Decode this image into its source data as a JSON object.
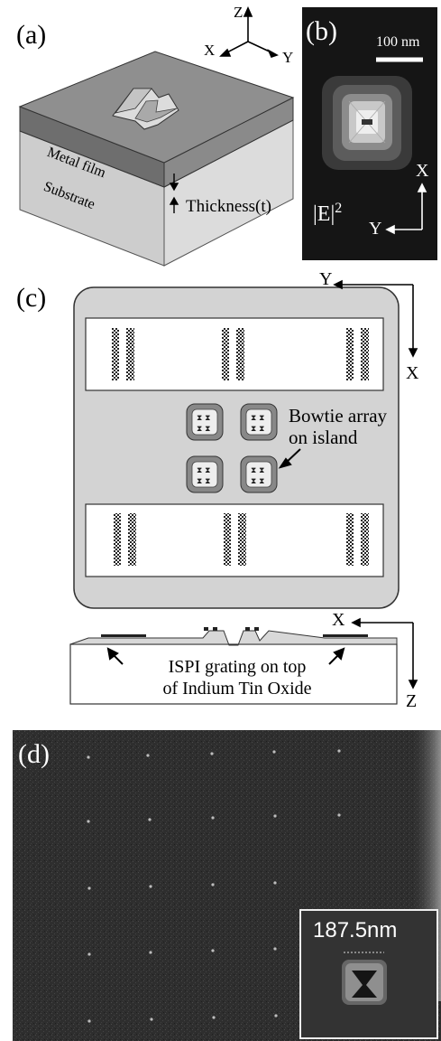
{
  "panel_a": {
    "label": "(a)",
    "axes": {
      "z": "Z",
      "x": "X",
      "y": "Y"
    },
    "metal_film_label": "Metal film",
    "substrate_label": "Substrate",
    "thickness_label": "Thickness(t)"
  },
  "panel_b": {
    "label": "(b)",
    "scale_bar": "100 nm",
    "field_label": "|E|",
    "field_exponent": "2",
    "axes": {
      "x": "X",
      "y": "Y"
    }
  },
  "panel_c": {
    "label": "(c)",
    "top_axes": {
      "y": "Y",
      "x": "X"
    },
    "bowtie_label_line1": "Bowtie array",
    "bowtie_label_line2": "on island",
    "cross_section_axes": {
      "x": "X",
      "z": "Z"
    },
    "ispi_line1": "ISPI grating on top",
    "ispi_line2": "of Indium Tin Oxide"
  },
  "panel_d": {
    "label": "(d)",
    "inset_dimension": "187.5nm"
  },
  "colors": {
    "metal_film": "#7a7a7a",
    "substrate": "#c9c9c9",
    "chip": "#d3d3d3",
    "sem_bg": "#2e2e2e"
  }
}
